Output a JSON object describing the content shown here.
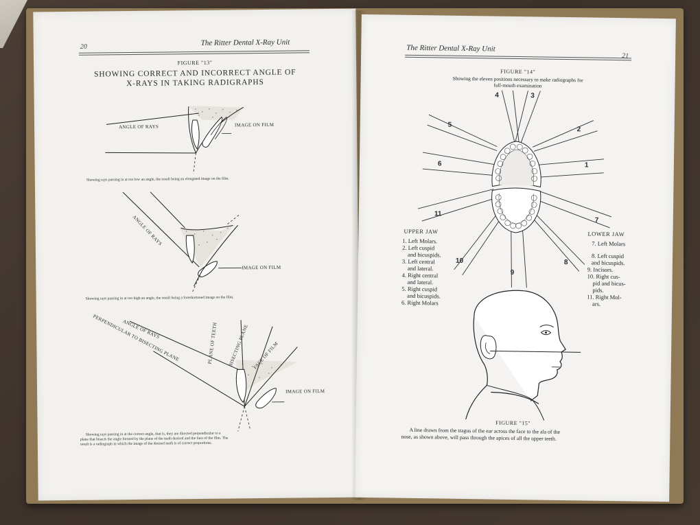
{
  "left_page": {
    "page_number": "20",
    "running_head": "The Ritter Dental X-Ray Unit",
    "figure_label": "FIGURE \"13\"",
    "heading_line1": "SHOWING CORRECT AND INCORRECT ANGLE OF",
    "heading_line2": "X-RAYS IN TAKING RADIGRAPHS",
    "diagram1": {
      "angle_label": "ANGLE OF RAYS",
      "image_label": "IMAGE ON FILM",
      "caption": "Showing rays passing in at too low an angle, the result being an elongated image on the film."
    },
    "diagram2": {
      "angle_label": "ANGLE OF RAYS",
      "image_label": "IMAGE ON FILM",
      "caption": "Showing rays passing in at too high an angle, the result being a foreshortened image on the film."
    },
    "diagram3": {
      "angle_label": "ANGLE OF RAYS",
      "perpendicular_label": "PERPENDICULAR TO BISECTING PLANE",
      "teeth_label": "PLANE OF TEETH",
      "bisecting_label": "BISECTING PLANE",
      "film_label": "FACE OF FILM",
      "image_label": "IMAGE ON FILM",
      "caption_line1": "Showing rays passing in at the correct angle, that is, they are directed perpendicular to a",
      "caption_line2": "plane that bisects the angle formed by the plane of the teeth desired and the face of the film.  The",
      "caption_line3": "result is a radiograph in which the image of the desired teeth is of correct proportions."
    }
  },
  "right_page": {
    "page_number": "21",
    "running_head": "The Ritter Dental X-Ray Unit",
    "figure14_label": "FIGURE \"14\"",
    "figure14_caption_line1": "Showing the eleven positions necessary to make radiographs for",
    "figure14_caption_line2": "full-mouth examination",
    "position_numbers": [
      "1",
      "2",
      "3",
      "4",
      "5",
      "6",
      "7",
      "8",
      "9",
      "10",
      "11"
    ],
    "upper_jaw": {
      "title": "UPPER JAW",
      "items": [
        "1. Left Molars.",
        "2. Left cuspid",
        "and bicuspids.",
        "3. Left central",
        "and lateral.",
        "4. Right central",
        "and lateral.",
        "5. Right cuspid",
        "and bicuspids.",
        "6. Right Molars"
      ]
    },
    "lower_jaw": {
      "title": "LOWER JAW",
      "items": [
        "7. Left Molars",
        "8. Left cuspid",
        "and bicuspids.",
        "9. Incisors.",
        "10. Right cus-",
        "pid and bicus-",
        "pids.",
        "11. Right Mol-",
        "ars."
      ]
    },
    "figure15_label": "FIGURE \"15\"",
    "figure15_caption_line1": "A line drawn from the tragus of the ear across the face to the ala of the",
    "figure15_caption_line2": "nose, as shown above, will pass through the apices of all the upper teeth."
  }
}
